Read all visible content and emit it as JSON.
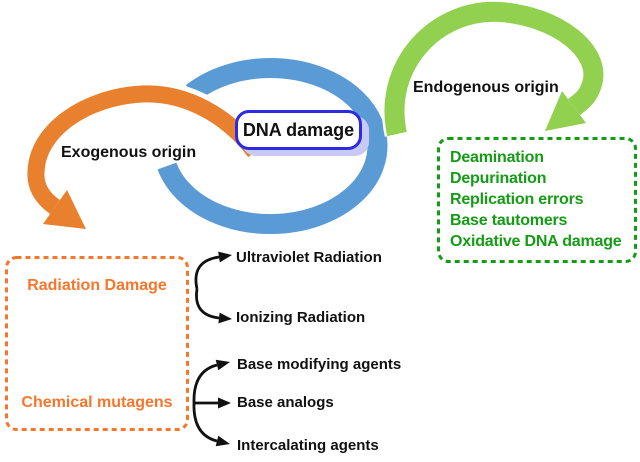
{
  "colors": {
    "exogenous_arrow_orange": "#e8802e",
    "cycle_ring_blue": "#5b9bd5",
    "endogenous_arrow_green": "#92d04f",
    "endogenous_accent_green": "#149c14",
    "exogenous_accent_orange": "#f8762b",
    "dna_box_border_blue": "#2b2be0",
    "dna_box_shadow_lavender": "#c9c9f8",
    "connector_black": "#111111",
    "halo_white": "#ffffff"
  },
  "cycle": {
    "center_label": "DNA damage",
    "exogenous_label": "Exogenous origin",
    "endogenous_label": "Endogenous origin"
  },
  "endogenous_box": {
    "items": [
      "Deamination",
      "Depurination",
      "Replication errors",
      "Base tautomers",
      "Oxidative DNA damage"
    ]
  },
  "exogenous_box": {
    "categories": [
      {
        "label": "Radiation Damage",
        "targets": [
          "Ultraviolet Radiation",
          "Ionizing Radiation"
        ]
      },
      {
        "label": "Chemical mutagens",
        "targets": [
          "Base modifying agents",
          "Base analogs",
          "Intercalating agents"
        ]
      }
    ]
  }
}
